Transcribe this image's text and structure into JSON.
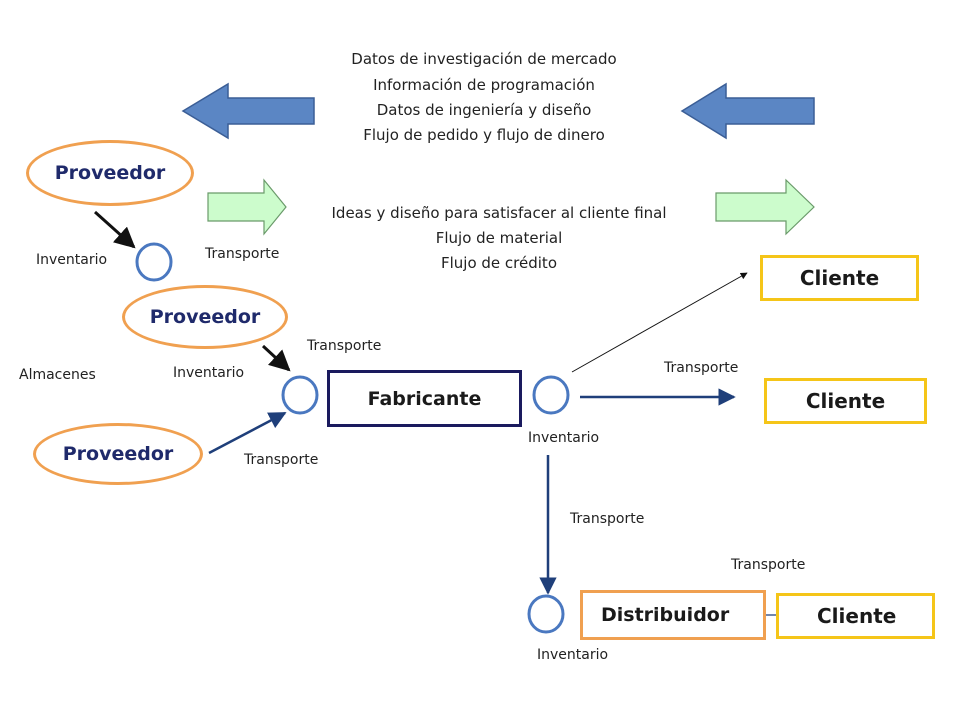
{
  "info_lines": [
    "Datos de investigación de mercado",
    "Información de programación",
    "Datos de ingeniería y diseño",
    "Flujo de pedido y flujo de dinero"
  ],
  "material_lines": [
    "Ideas y diseño para satisfacer al cliente final",
    "Flujo de material",
    "Flujo de crédito"
  ],
  "nodes": {
    "proveedor_1": "Proveedor",
    "proveedor_2": "Proveedor",
    "proveedor_3": "Proveedor",
    "fabricante": "Fabricante",
    "distribuidor": "Distribuidor",
    "cliente_1": "Cliente",
    "cliente_2": "Cliente",
    "cliente_3": "Cliente"
  },
  "labels": {
    "inventario": "Inventario",
    "transporte": "Transporte",
    "almacenes": "Almacenes"
  },
  "colors": {
    "info_arrow": "#5b86c4",
    "material_arrow": "#ccfccc",
    "proveedor_border": "#f0a050",
    "cliente_border": "#f5c518",
    "fabricante_border": "#1a1a5e",
    "distribuidor_border": "#f0a050",
    "inventory_circle": "#4a78c0",
    "flow_line": "#1f3f7a"
  }
}
